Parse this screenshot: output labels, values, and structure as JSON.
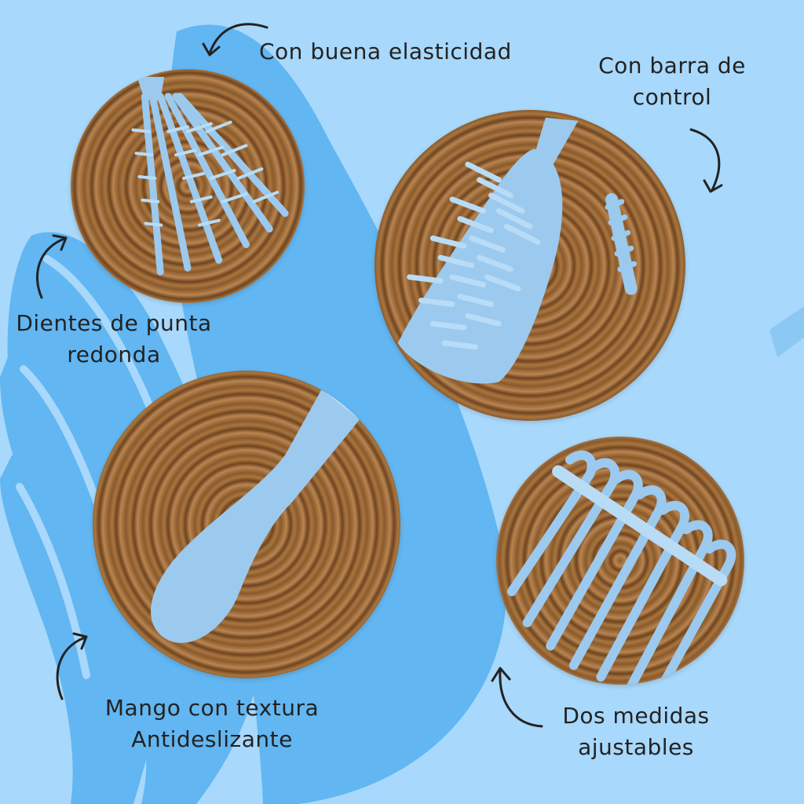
{
  "colors": {
    "background": "#a8d8fb",
    "shape": "#62b6f2",
    "brush": "#9cc9ee",
    "text": "#222222"
  },
  "labels": {
    "elasticity": "Con buena elasticidad",
    "control_bar_line1": "Con barra de",
    "control_bar_line2": "control",
    "round_tips_line1": "Dientes de punta",
    "round_tips_line2": "redonda",
    "handle_line1": "Mango con textura",
    "handle_line2": "Antideslizante",
    "sizes_line1": "Dos medidas",
    "sizes_line2": "ajustables"
  },
  "photos": [
    {
      "name": "brush-flexible-teeth",
      "subject": "brush-head"
    },
    {
      "name": "brush-with-control-bar",
      "subject": "brush-head-and-bar"
    },
    {
      "name": "brush-handle",
      "subject": "handle"
    },
    {
      "name": "brush-adjustable-bar",
      "subject": "bar-on-teeth"
    }
  ],
  "icons": [
    "curved-arrow-icon"
  ]
}
